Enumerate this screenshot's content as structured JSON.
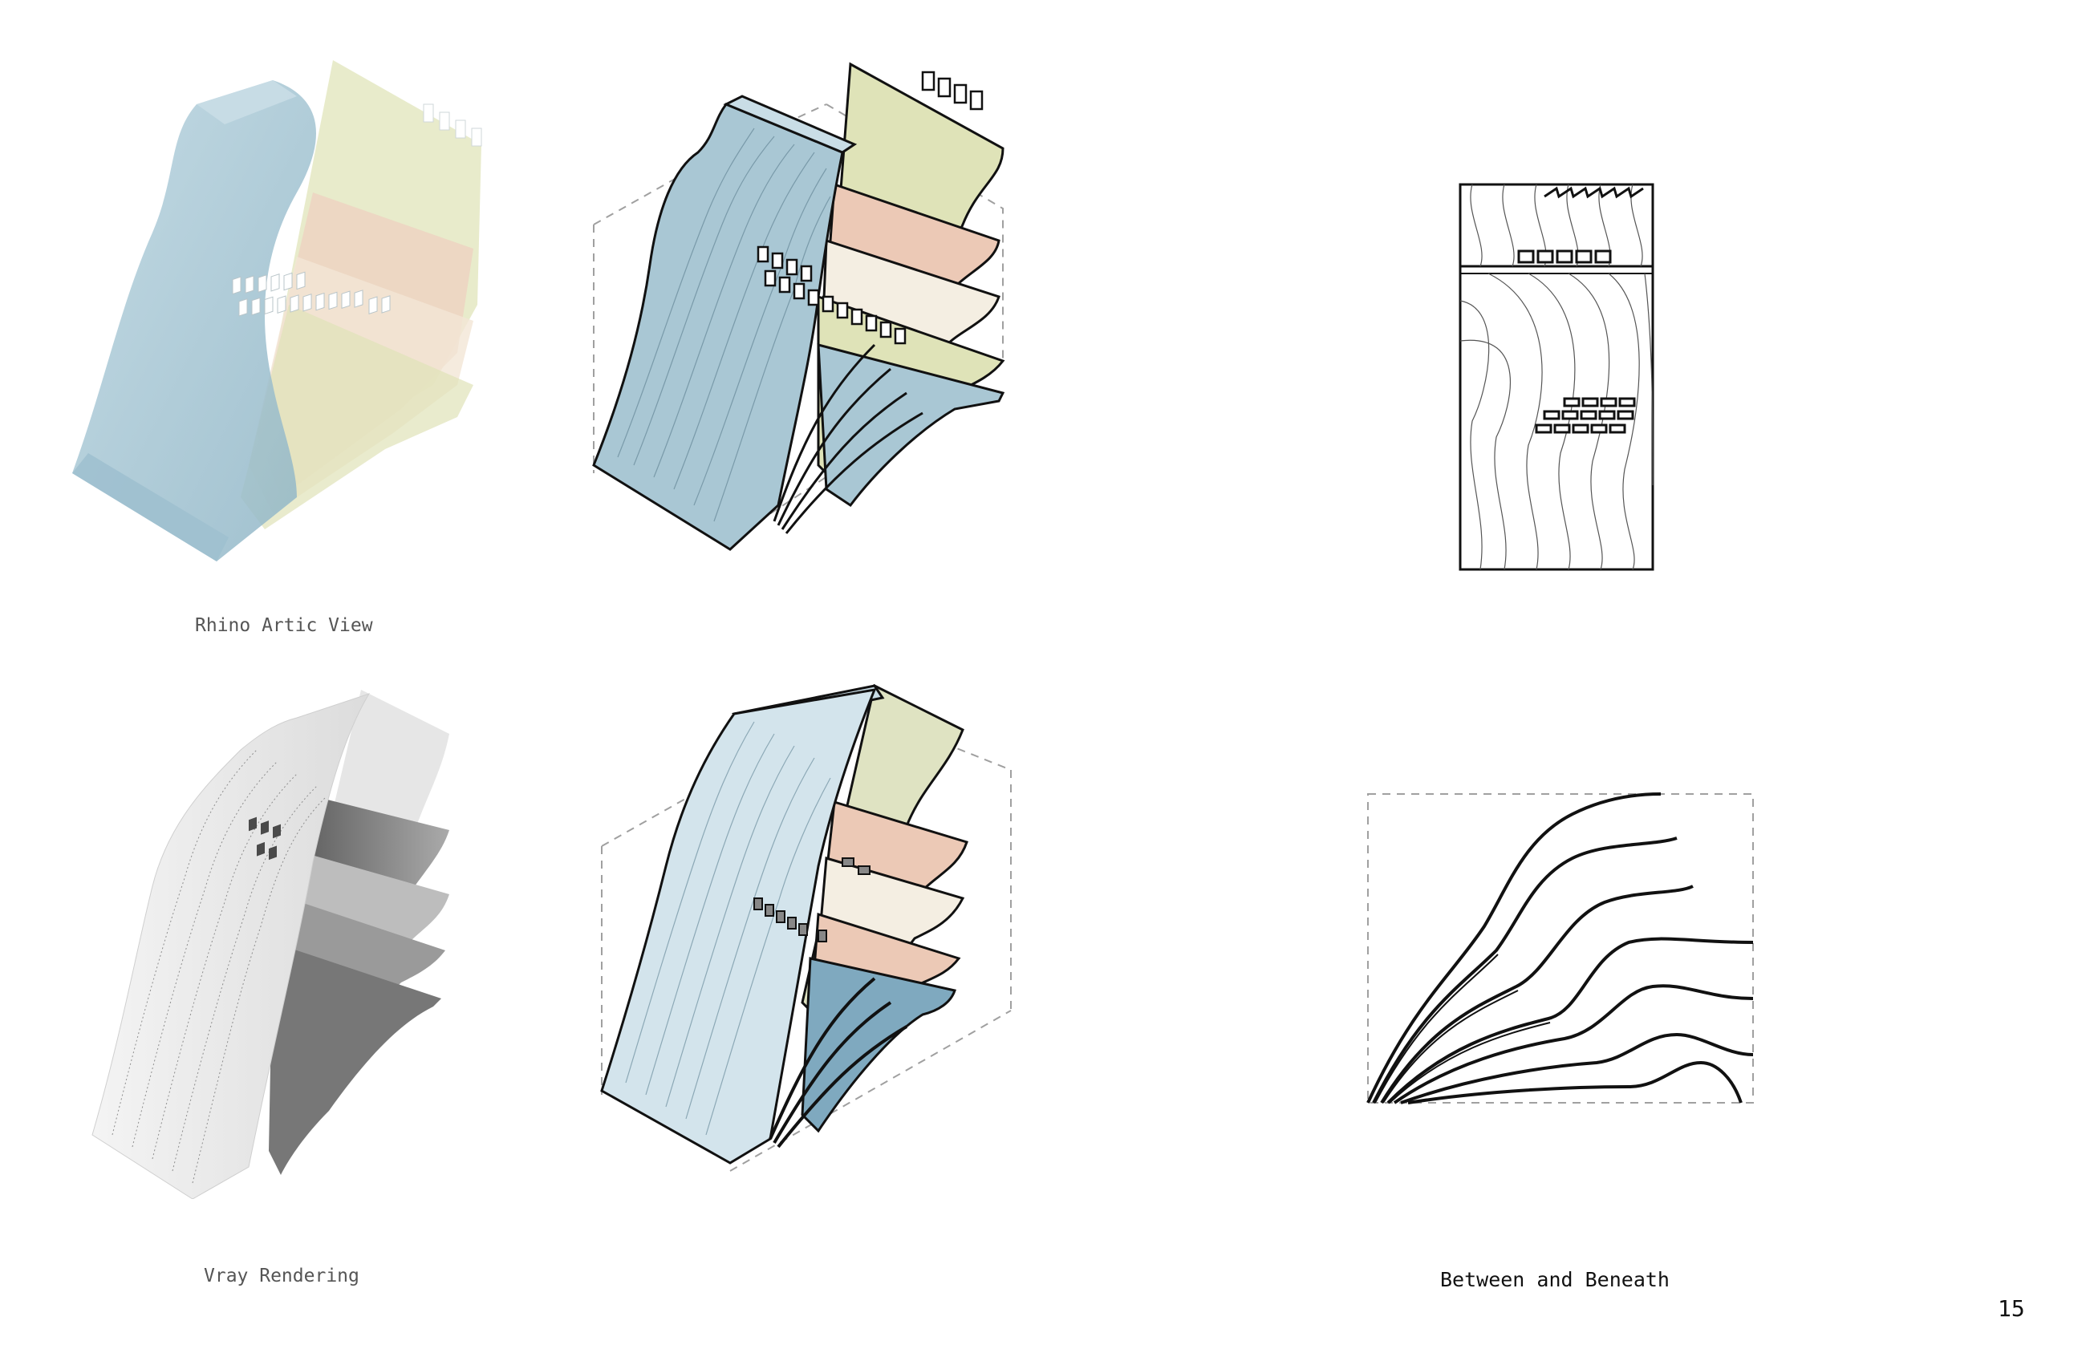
{
  "captions": {
    "rhino": "Rhino Artic View",
    "vray": "Vray Rendering",
    "between": "Between and Beneath"
  },
  "page_number": "15",
  "colors": {
    "blue": "#a9c7d4",
    "blue_dark": "#7fa9bf",
    "yellow": "#dfe3b8",
    "peach": "#ecc9b6",
    "cream": "#f3ede0",
    "outline": "#111111",
    "contour": "#9aa4aa",
    "dash": "#a0a0a0"
  }
}
